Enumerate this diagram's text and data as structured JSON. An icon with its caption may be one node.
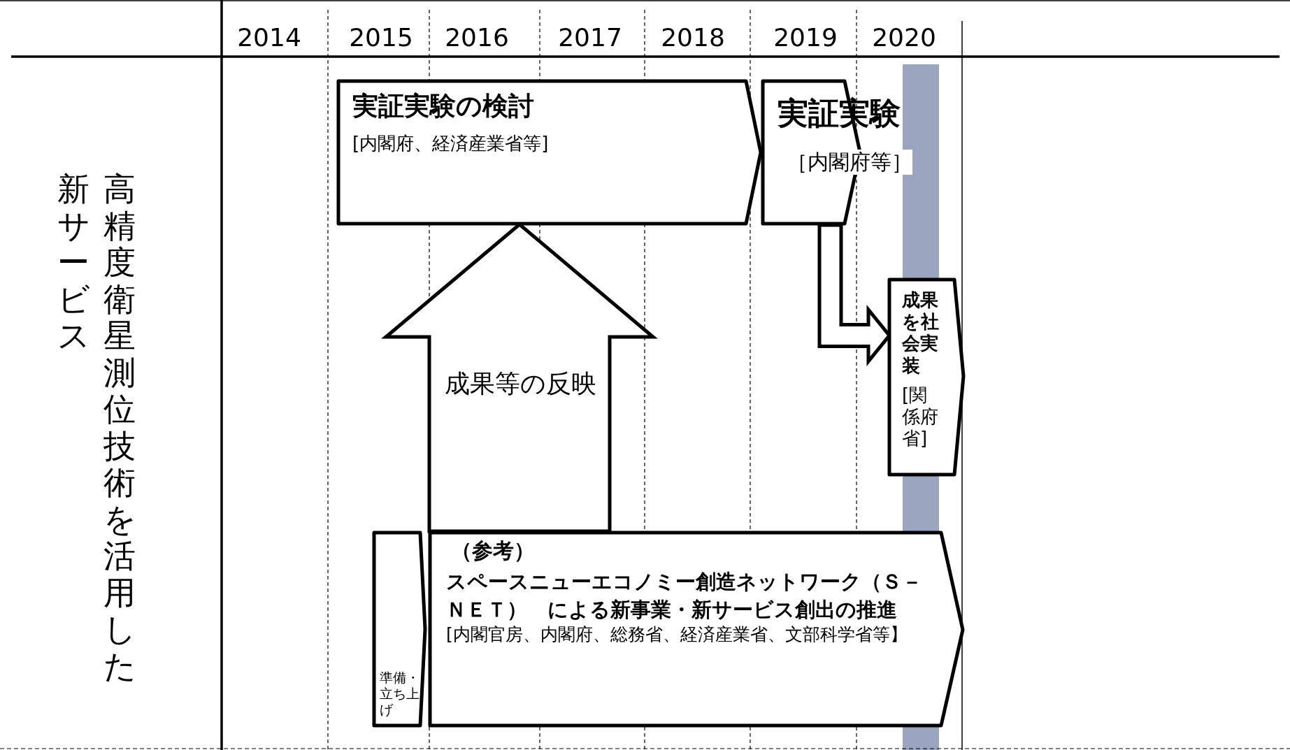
{
  "diagram": {
    "nodes": [
      {
        "text": [
          "実証実験の検討",
          "[内閣府、経済産業省等]"
        ]
      },
      {
        "text": [
          "実証実験",
          "［内閣府等］"
        ]
      },
      {
        "text": [
          "成果を社会実装",
          "[関係府省]"
        ]
      },
      {
        "text": [
          "準備・立ち上げ"
        ]
      },
      {
        "text": [
          "（参考）",
          "スペースニューエコノミー創造ネットワーク（Ｓ－ＮＥＴ）　による新事業・新サービス創出の推進",
          "[内閣官房、内閣府、総務省、経済産業省、文部科学省等】"
        ]
      }
    ],
    "edges": [
      {
        "from": 1,
        "to": 2,
        "arrow": "to"
      },
      {
        "from": 4,
        "to": 0,
        "arrow": "to",
        "label": "成果等の反映"
      }
    ],
    "labels": [
      "2014",
      "2015",
      "2016",
      "2017",
      "2018",
      "2019",
      "2020",
      "高精度衛星測位技術を活用した新サービス"
    ]
  }
}
